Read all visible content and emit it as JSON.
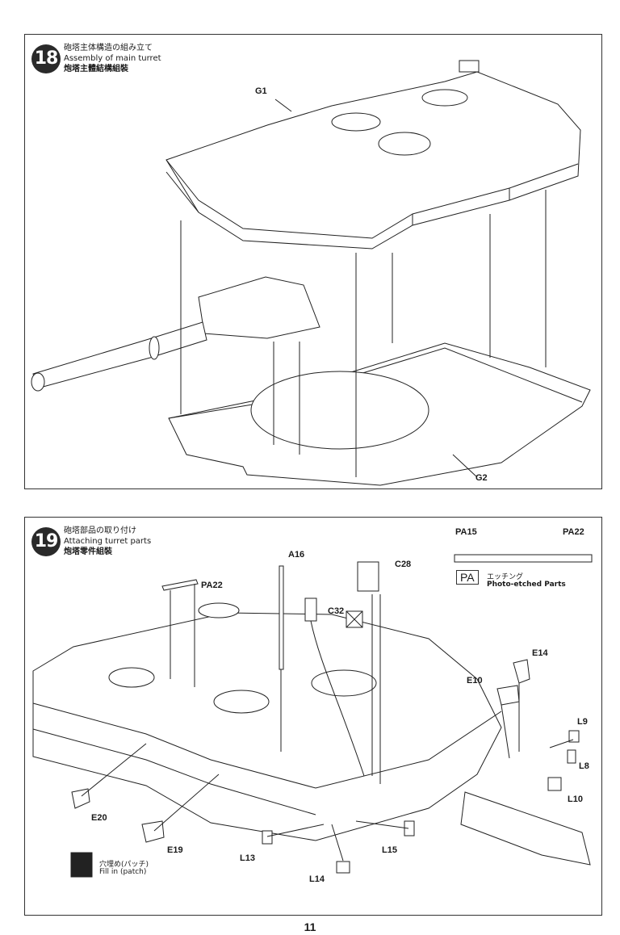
{
  "steps": [
    {
      "number": "18",
      "title_ja": "砲塔主体構造の組み立て",
      "title_en": "Assembly of main turret",
      "title_cn": "炮塔主體結構組裝",
      "parts": [
        "G1",
        "G2"
      ]
    },
    {
      "number": "19",
      "title_ja": "砲塔部品の取り付け",
      "title_en": "Attaching turret parts",
      "title_cn": "炮塔零件組裝",
      "parts": [
        "A16",
        "C28",
        "C32",
        "PA22",
        "E14",
        "E10",
        "L9",
        "L8",
        "L10",
        "E20",
        "E19",
        "L13",
        "L14",
        "L15"
      ]
    }
  ],
  "legend": {
    "pa_fret_labels": [
      "PA15",
      "PA22"
    ],
    "pa_code": "PA",
    "pa_ja": "エッチング",
    "pa_en": "Photo-etched Parts",
    "fill_ja": "穴埋め(パッチ)",
    "fill_en": "Fill in (patch)"
  },
  "page_number": "11"
}
